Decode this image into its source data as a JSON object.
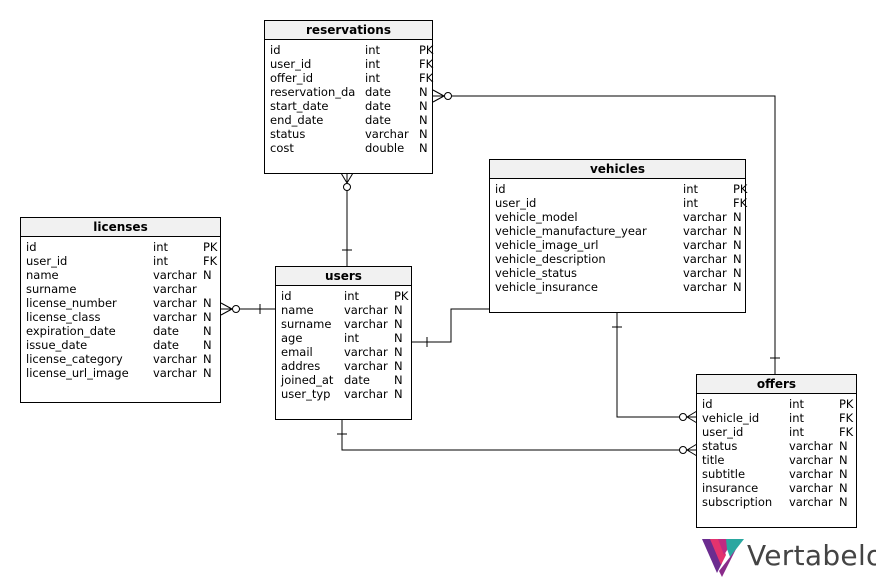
{
  "tables": {
    "reservations": {
      "name": "reservations",
      "columns": [
        {
          "name": "id",
          "type": "int",
          "flag": "PK"
        },
        {
          "name": "user_id",
          "type": "int",
          "flag": "FK"
        },
        {
          "name": "offer_id",
          "type": "int",
          "flag": "FK"
        },
        {
          "name": "reservation_da",
          "type": "date",
          "flag": "N"
        },
        {
          "name": "start_date",
          "type": "date",
          "flag": "N"
        },
        {
          "name": "end_date",
          "type": "date",
          "flag": "N"
        },
        {
          "name": "status",
          "type": "varchar",
          "flag": "N"
        },
        {
          "name": "cost",
          "type": "double",
          "flag": "N"
        }
      ]
    },
    "vehicles": {
      "name": "vehicles",
      "columns": [
        {
          "name": "id",
          "type": "int",
          "flag": "PK"
        },
        {
          "name": "user_id",
          "type": "int",
          "flag": "FK"
        },
        {
          "name": "vehicle_model",
          "type": "varchar",
          "flag": "N"
        },
        {
          "name": "vehicle_manufacture_year",
          "type": "varchar",
          "flag": "N"
        },
        {
          "name": "vehicle_image_url",
          "type": "varchar",
          "flag": "N"
        },
        {
          "name": "vehicle_description",
          "type": "varchar",
          "flag": "N"
        },
        {
          "name": "vehicle_status",
          "type": "varchar",
          "flag": "N"
        },
        {
          "name": "vehicle_insurance",
          "type": "varchar",
          "flag": "N"
        }
      ]
    },
    "licenses": {
      "name": "licenses",
      "columns": [
        {
          "name": "id",
          "type": "int",
          "flag": "PK"
        },
        {
          "name": "user_id",
          "type": "int",
          "flag": "FK"
        },
        {
          "name": "name",
          "type": "varchar",
          "flag": "N"
        },
        {
          "name": "surname",
          "type": "varchar",
          "flag": ""
        },
        {
          "name": "license_number",
          "type": "varchar",
          "flag": "N"
        },
        {
          "name": "license_class",
          "type": "varchar",
          "flag": "N"
        },
        {
          "name": "expiration_date",
          "type": "date",
          "flag": "N"
        },
        {
          "name": "issue_date",
          "type": "date",
          "flag": "N"
        },
        {
          "name": "license_category",
          "type": "varchar",
          "flag": "N"
        },
        {
          "name": "license_url_image",
          "type": "varchar",
          "flag": "N"
        }
      ]
    },
    "users": {
      "name": "users",
      "columns": [
        {
          "name": "id",
          "type": "int",
          "flag": "PK"
        },
        {
          "name": "name",
          "type": "varchar",
          "flag": "N"
        },
        {
          "name": "surname",
          "type": "varchar",
          "flag": "N"
        },
        {
          "name": "age",
          "type": "int",
          "flag": "N"
        },
        {
          "name": "email",
          "type": "varchar",
          "flag": "N"
        },
        {
          "name": "addres",
          "type": "varchar",
          "flag": "N"
        },
        {
          "name": "joined_at",
          "type": "date",
          "flag": "N"
        },
        {
          "name": "user_typ",
          "type": "varchar",
          "flag": "N"
        }
      ]
    },
    "offers": {
      "name": "offers",
      "columns": [
        {
          "name": "id",
          "type": "int",
          "flag": "PK"
        },
        {
          "name": "vehicle_id",
          "type": "int",
          "flag": "FK"
        },
        {
          "name": "user_id",
          "type": "int",
          "flag": "FK"
        },
        {
          "name": "status",
          "type": "varchar",
          "flag": "N"
        },
        {
          "name": "title",
          "type": "varchar",
          "flag": "N"
        },
        {
          "name": "subtitle",
          "type": "varchar",
          "flag": "N"
        },
        {
          "name": "insurance",
          "type": "varchar",
          "flag": "N"
        },
        {
          "name": "subscription",
          "type": "varchar",
          "flag": "N"
        }
      ]
    }
  },
  "relationships": [
    {
      "from": "users",
      "to": "reservations",
      "type": "one-to-many"
    },
    {
      "from": "offers",
      "to": "reservations",
      "type": "one-to-many"
    },
    {
      "from": "users",
      "to": "licenses",
      "type": "one-to-many"
    },
    {
      "from": "users",
      "to": "vehicles",
      "type": "one-to-many"
    },
    {
      "from": "vehicles",
      "to": "offers",
      "type": "one-to-many"
    },
    {
      "from": "users",
      "to": "offers",
      "type": "one-to-many"
    }
  ],
  "logo": {
    "text": "Vertabelo",
    "colors": [
      "#6b2c8f",
      "#e3336e",
      "#2aa7a0"
    ]
  }
}
